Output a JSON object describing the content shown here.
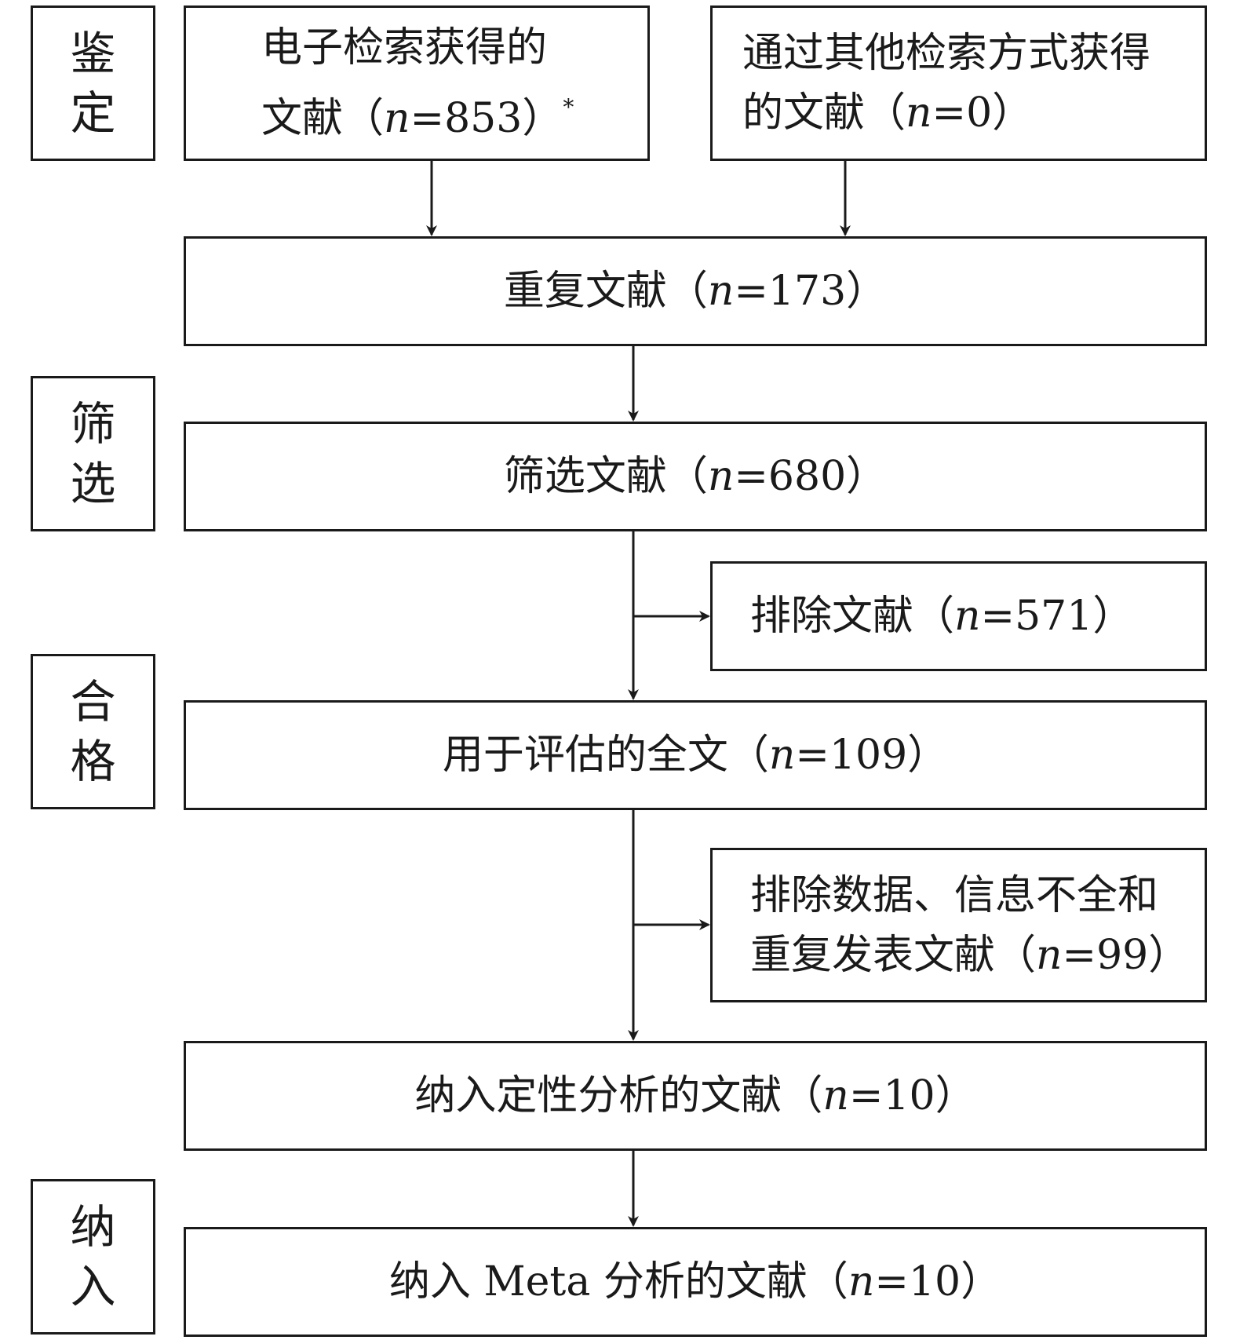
{
  "stages": {
    "identification": [
      "鉴",
      "定"
    ],
    "screening": [
      "筛",
      "选"
    ],
    "eligibility": [
      "合",
      "格"
    ],
    "included": [
      "纳",
      "入"
    ]
  },
  "boxes": {
    "electronic": {
      "line1": "电子检索获得的",
      "line2_pre": "文献（",
      "n": "n",
      "line2_post": "=853）",
      "mark": "*"
    },
    "other": {
      "line1": "通过其他检索方式获得",
      "line2_pre": "的文献（",
      "n": "n",
      "line2_post": "=0）"
    },
    "duplicates": {
      "pre": "重复文献（",
      "n": "n",
      "post": "=173）"
    },
    "screened": {
      "pre": "筛选文献（",
      "n": "n",
      "post": "=680）"
    },
    "excluded": {
      "pre": "排除文献（",
      "n": "n",
      "post": "=571）"
    },
    "fulltext": {
      "pre": "用于评估的全文（",
      "n": "n",
      "post": "=109）"
    },
    "excluded_data": {
      "line1": "排除数据、信息不全和",
      "line2_pre": "重复发表文献（",
      "n": "n",
      "line2_post": "=99）"
    },
    "qualitative": {
      "pre": "纳入定性分析的文献（",
      "n": "n",
      "post": "=10）"
    },
    "meta": {
      "pre": "纳入 Meta 分析的文献（",
      "n": "n",
      "post": "=10）"
    }
  }
}
